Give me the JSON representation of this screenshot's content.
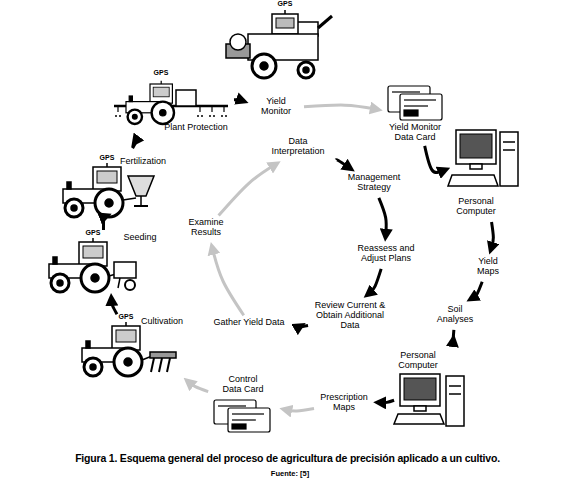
{
  "diagram": {
    "caption": "Figura 1. Esquema general del proceso de agricultura de precisión aplicado a un cultivo.",
    "nodes": [
      {
        "text": [
          "Yield Monitor"
        ]
      },
      {
        "text": [
          "Yield Monitor Data Card"
        ]
      },
      {
        "text": [
          "Personal Computer"
        ]
      },
      {
        "text": [
          "Yield Maps"
        ]
      },
      {
        "text": [
          "Soil Analyses"
        ]
      },
      {
        "text": [
          "Personal Computer"
        ]
      },
      {
        "text": [
          "Prescription Maps"
        ]
      },
      {
        "text": [
          "Control Data Card"
        ]
      },
      {
        "text": [
          "Cultivation"
        ]
      },
      {
        "text": [
          "Seeding"
        ]
      },
      {
        "text": [
          "Fertilization"
        ]
      },
      {
        "text": [
          "Plant Protection"
        ]
      },
      {
        "text": [
          "Data Interpretation"
        ]
      },
      {
        "text": [
          "Management Strategy"
        ]
      },
      {
        "text": [
          "Reassess and Adjust Plans"
        ]
      },
      {
        "text": [
          "Review Current & Obtain Additional Data"
        ]
      },
      {
        "text": [
          "Gather Yield Data"
        ]
      },
      {
        "text": [
          "Examine Results"
        ]
      }
    ],
    "edges": [
      {
        "from": 0,
        "to": 1,
        "arrow": "to"
      },
      {
        "from": 1,
        "to": 2,
        "arrow": "to"
      },
      {
        "from": 2,
        "to": 3,
        "arrow": "to"
      },
      {
        "from": 3,
        "to": 4,
        "arrow": "to"
      },
      {
        "from": 4,
        "to": 5,
        "arrow": "to"
      },
      {
        "from": 5,
        "to": 6,
        "arrow": "to"
      },
      {
        "from": 6,
        "to": 7,
        "arrow": "to"
      },
      {
        "from": 7,
        "to": 8,
        "arrow": "to"
      },
      {
        "from": 8,
        "to": 9,
        "arrow": "to"
      },
      {
        "from": 9,
        "to": 10,
        "arrow": "to"
      },
      {
        "from": 10,
        "to": 11,
        "arrow": "to"
      },
      {
        "from": 11,
        "to": 0,
        "arrow": "to"
      },
      {
        "from": 12,
        "to": 13,
        "arrow": "to"
      },
      {
        "from": 13,
        "to": 14,
        "arrow": "to"
      },
      {
        "from": 14,
        "to": 15,
        "arrow": "to"
      },
      {
        "from": 15,
        "to": 16,
        "arrow": "to"
      },
      {
        "from": 16,
        "to": 17,
        "arrow": "to"
      },
      {
        "from": 17,
        "to": 12,
        "arrow": "to"
      }
    ],
    "labels": [
      "GPS",
      "GPS",
      "GPS",
      "GPS",
      "GPS",
      "Fuente: [5]"
    ]
  }
}
